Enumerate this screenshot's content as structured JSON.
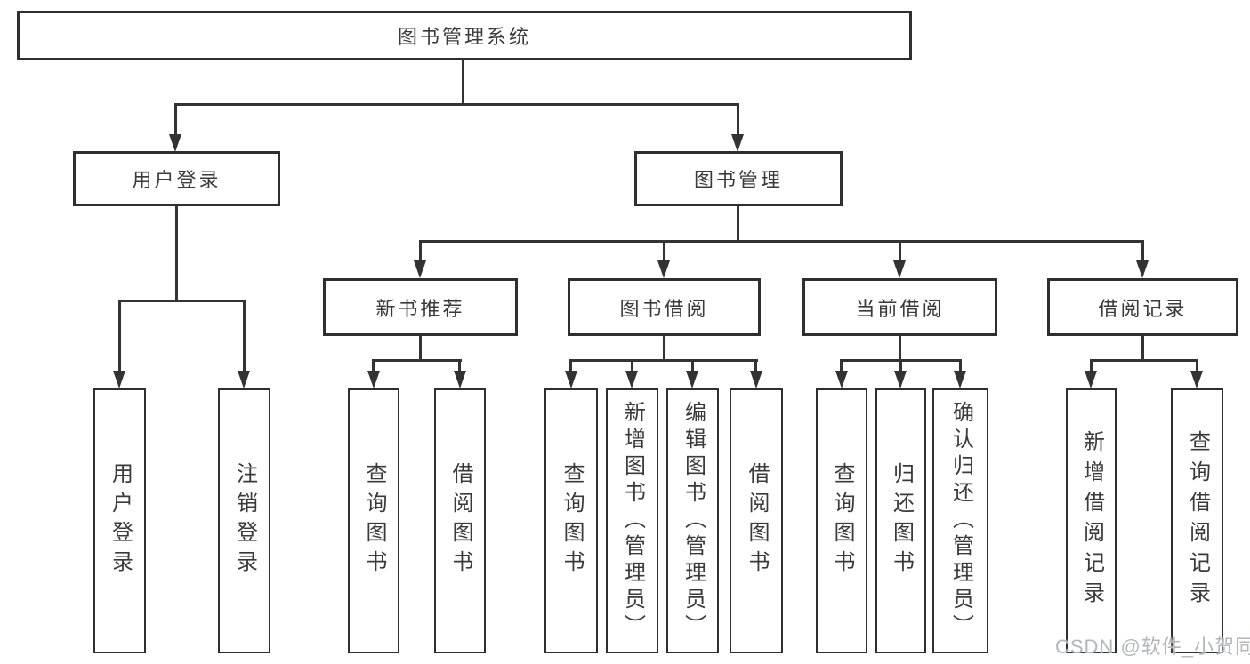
{
  "diagram": {
    "root": {
      "label": "图书管理系统"
    },
    "user_login": {
      "label": "用户登录",
      "leaves": [
        "用户登录",
        "注销登录"
      ]
    },
    "book_management": {
      "label": "图书管理",
      "groups": [
        {
          "label": "新书推荐",
          "leaves": [
            "查询图书",
            "借阅图书"
          ]
        },
        {
          "label": "图书借阅",
          "leaves": [
            "查询图书",
            "新增图书（管理员）",
            "编辑图书（管理员）",
            "借阅图书"
          ]
        },
        {
          "label": "当前借阅",
          "leaves": [
            "查询图书",
            "归还图书",
            "确认归还（管理员）"
          ]
        },
        {
          "label": "借阅记录",
          "leaves": [
            "新增借阅记录",
            "查询借阅记录"
          ]
        }
      ]
    }
  },
  "watermark": "CSDN @软件_小贺同学",
  "colors": {
    "line": "#333333",
    "box_border": "#2f2f2f",
    "text": "#3a3a3a",
    "background": "#ffffff",
    "watermark": "#b3b7bb"
  }
}
